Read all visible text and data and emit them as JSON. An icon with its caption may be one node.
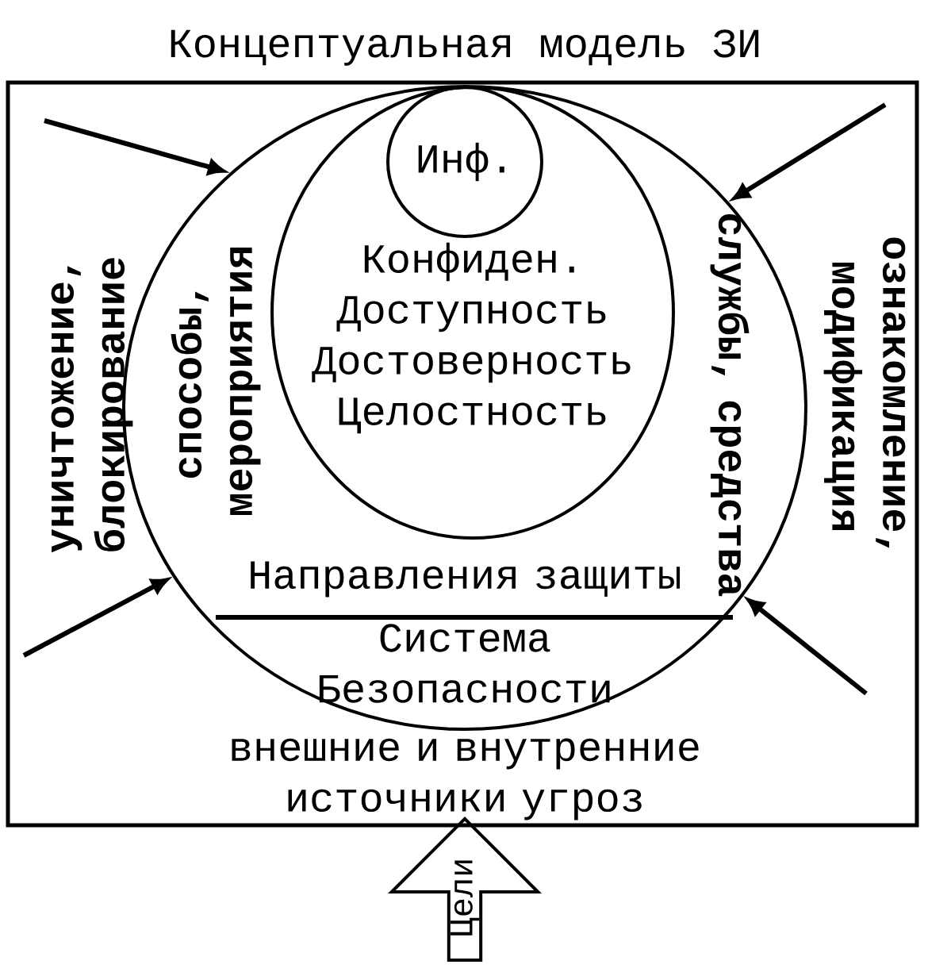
{
  "diagram": {
    "title": "Концептуальная модель ЗИ",
    "nodes": [
      {
        "text": [
          "внешние и внутренние источники угроз",
          "уничтожение, блокирование",
          "ознакомление, модификация"
        ]
      },
      {
        "text": [
          "Направления защиты",
          "Система Безопасности",
          "способы, мероприятия",
          "службы, средства"
        ],
        "in": 0
      },
      {
        "text": [
          "Конфиден. Доступность Достоверность Целостность"
        ],
        "in": 1
      },
      {
        "text": [
          "Инф."
        ],
        "in": 2
      },
      {
        "text": [
          "Цели"
        ]
      }
    ],
    "edges": [
      {
        "from": null,
        "to": 1,
        "arrow": "to"
      },
      {
        "from": null,
        "to": 1,
        "arrow": "to"
      },
      {
        "from": null,
        "to": 1,
        "arrow": "to"
      },
      {
        "from": null,
        "to": 1,
        "arrow": "to"
      }
    ]
  }
}
